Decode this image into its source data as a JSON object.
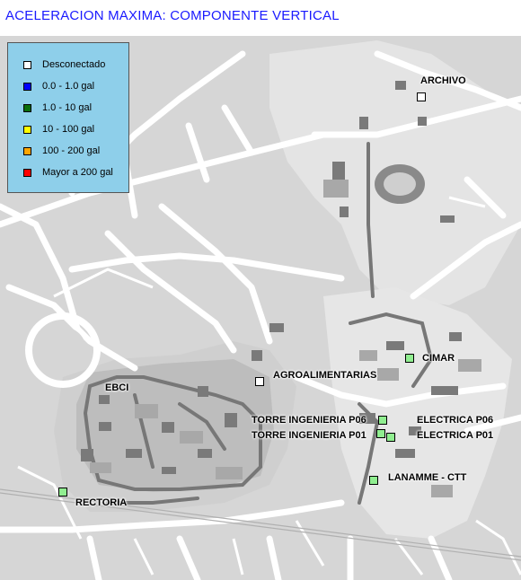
{
  "title": "ACELERACION MAXIMA: COMPONENTE VERTICAL",
  "legend": {
    "items": [
      {
        "label": "Desconectado",
        "color": "#ffffff"
      },
      {
        "label": "0.0 - 1.0 gal",
        "color": "#0000ff"
      },
      {
        "label": "1.0 - 10 gal",
        "color": "#0a6e0a"
      },
      {
        "label": "10 - 100 gal",
        "color": "#ffff00"
      },
      {
        "label": "100 - 200 gal",
        "color": "#ffa500"
      },
      {
        "label": "Mayor a 200 gal",
        "color": "#ff0000"
      }
    ]
  },
  "stations": [
    {
      "name": "ARCHIVO",
      "status_color": "#ffffff"
    },
    {
      "name": "CIMAR",
      "status_color": "#90ee90"
    },
    {
      "name": "AGROALIMENTARIAS",
      "status_color": "#ffffff"
    },
    {
      "name": "EBCI",
      "status_color": null
    },
    {
      "name": "TORRE INGENIERIA P06",
      "status_color": "#90ee90"
    },
    {
      "name": "TORRE INGENIERIA P01",
      "status_color": "#90ee90"
    },
    {
      "name": "ELECTRICA P06",
      "status_color": "#90ee90"
    },
    {
      "name": "ELECTRICA P01",
      "status_color": "#90ee90"
    },
    {
      "name": "LANAMME - CTT",
      "status_color": "#90ee90"
    },
    {
      "name": "RECTORIA",
      "status_color": "#90ee90"
    }
  ]
}
